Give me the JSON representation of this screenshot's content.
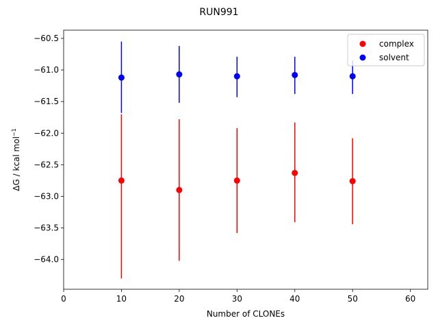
{
  "chart_data": {
    "type": "scatter",
    "title": "RUN991",
    "xlabel": "Number of CLONEs",
    "ylabel_main": "ΔG / kcal mol",
    "ylabel_sup": "−1",
    "xlim": [
      0,
      63
    ],
    "ylim": [
      -64.47,
      -60.37
    ],
    "xticks": [
      0,
      10,
      20,
      30,
      40,
      50,
      60
    ],
    "xtick_labels": [
      "0",
      "10",
      "20",
      "30",
      "40",
      "50",
      "60"
    ],
    "yticks": [
      -64.0,
      -63.5,
      -63.0,
      -62.5,
      -62.0,
      -61.5,
      -61.0,
      -60.5
    ],
    "ytick_labels": [
      "−64.0",
      "−63.5",
      "−63.0",
      "−62.5",
      "−62.0",
      "−61.5",
      "−61.0",
      "−60.5"
    ],
    "grid": false,
    "legend_position": "top-right",
    "series": [
      {
        "name": "complex",
        "color": "#ff0000",
        "x": [
          10,
          20,
          30,
          40,
          50
        ],
        "y": [
          -62.75,
          -62.9,
          -62.75,
          -62.63,
          -62.76
        ],
        "err_low": [
          -64.3,
          -64.02,
          -63.58,
          -63.41,
          -63.44
        ],
        "err_high": [
          -61.7,
          -61.78,
          -61.92,
          -61.83,
          -62.08
        ]
      },
      {
        "name": "solvent",
        "color": "#0000ff",
        "x": [
          10,
          20,
          30,
          40,
          50
        ],
        "y": [
          -61.12,
          -61.07,
          -61.1,
          -61.08,
          -61.1
        ],
        "err_low": [
          -61.68,
          -61.52,
          -61.43,
          -61.38,
          -61.38
        ],
        "err_high": [
          -60.55,
          -60.62,
          -60.79,
          -60.79,
          -60.85
        ]
      }
    ]
  }
}
